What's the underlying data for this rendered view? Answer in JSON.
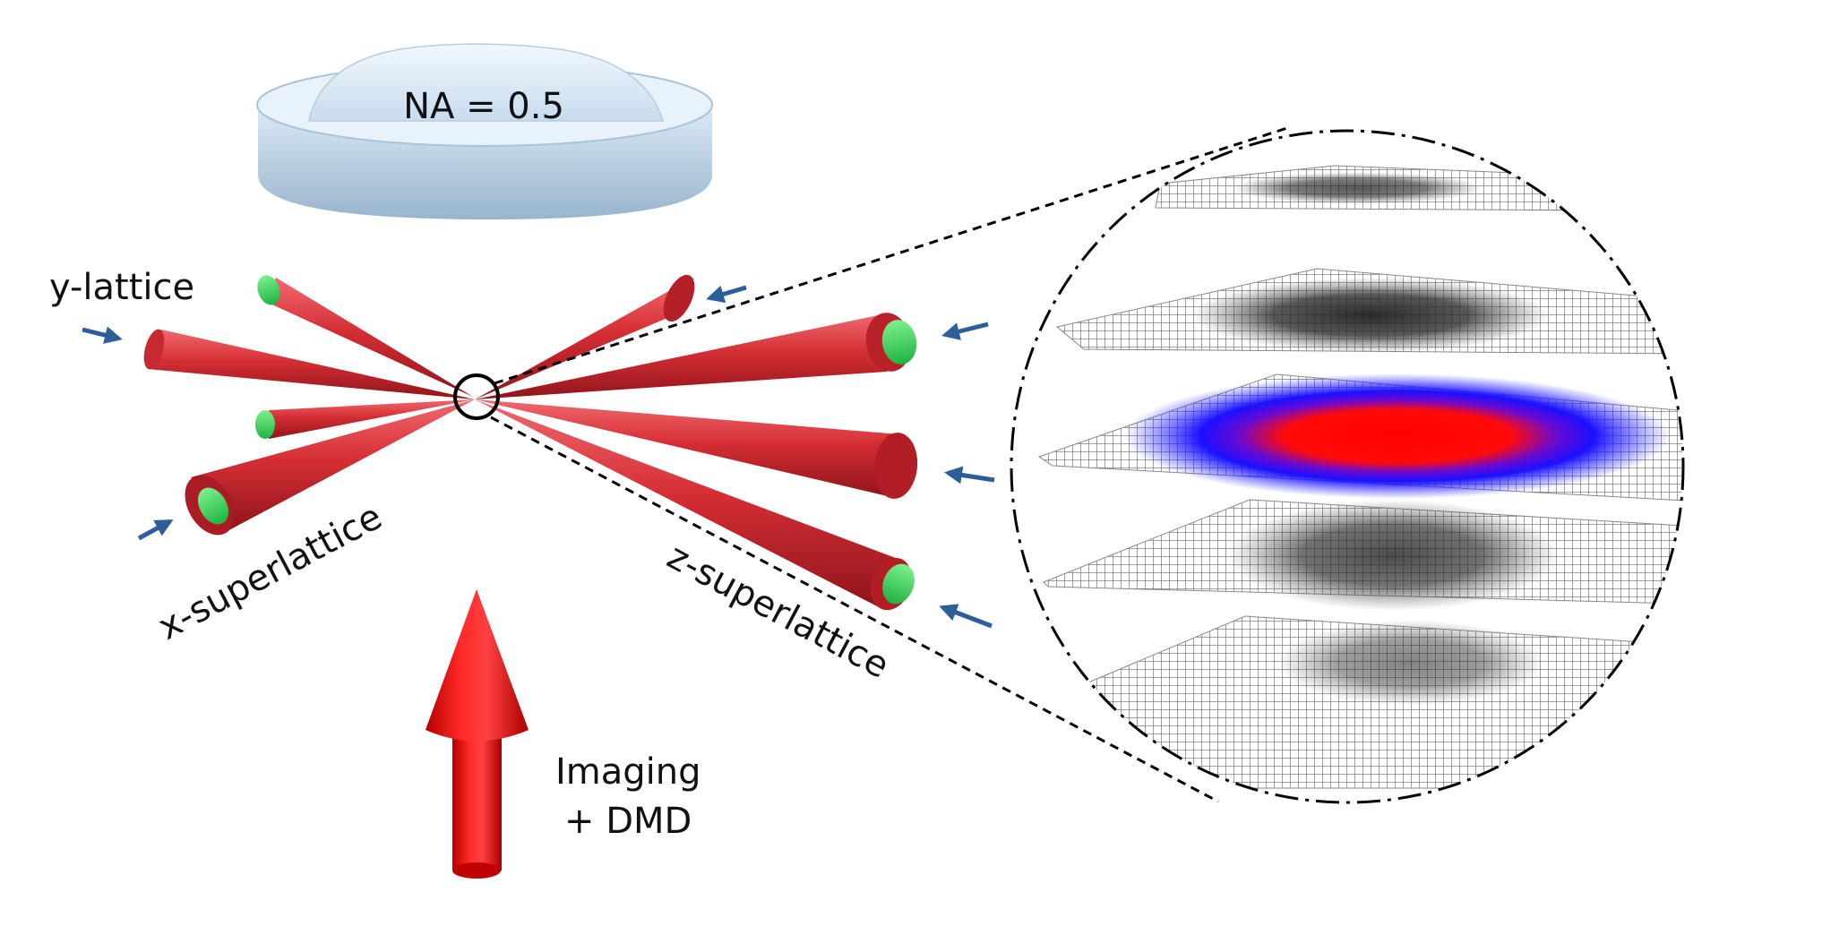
{
  "objective": {
    "label": "NA = 0.5"
  },
  "beams": {
    "y": {
      "label": "y-lattice"
    },
    "x": {
      "label": "x-superlattice"
    },
    "z": {
      "label": "z-superlattice"
    }
  },
  "imaging": {
    "line1": "Imaging",
    "line2": "+ DMD"
  },
  "inset": {
    "layers": [
      {
        "shading": "gray-spot",
        "intensity": 0.35
      },
      {
        "shading": "gray-spot",
        "intensity": 0.65
      },
      {
        "shading": "red-blue-cloud",
        "intensity": 1.0
      },
      {
        "shading": "gray-spot",
        "intensity": 0.7
      },
      {
        "shading": "gray-spot",
        "intensity": 0.4
      }
    ]
  },
  "colors": {
    "beam": "#d9363c",
    "beam_dark": "#8e1419",
    "beam_end": "#35d35a",
    "arrow": "#f50000",
    "small_arrow": "#2c5f9a",
    "lens": "#cfe3f3",
    "cloud_core": "#ff0000",
    "cloud_edge": "#1010ff"
  }
}
